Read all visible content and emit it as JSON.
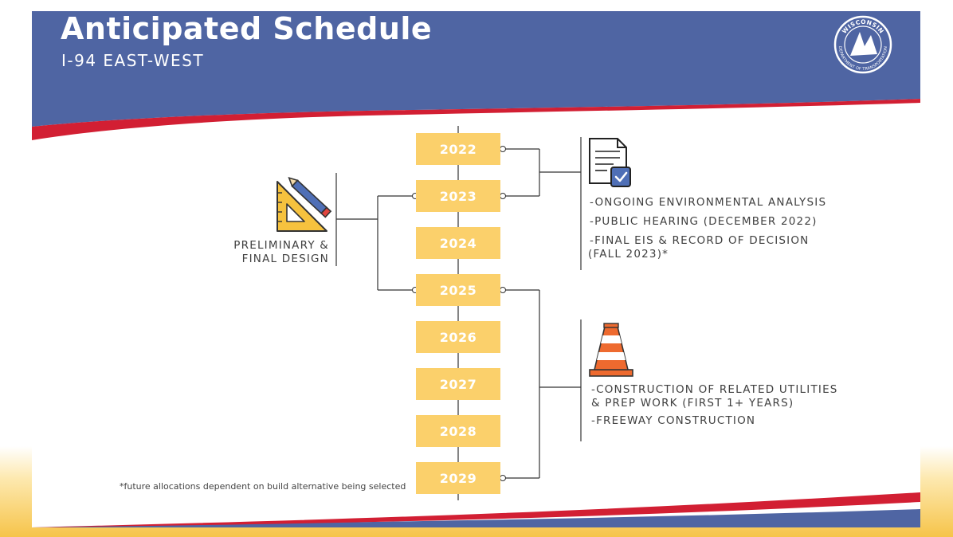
{
  "header": {
    "title": "Anticipated Schedule",
    "subtitle": "I-94 EAST-WEST",
    "logo": {
      "top_text": "WISCONSIN",
      "ring_text": "DEPARTMENT OF TRANSPORTATION"
    }
  },
  "timeline": {
    "years": [
      "2022",
      "2023",
      "2024",
      "2025",
      "2026",
      "2027",
      "2028",
      "2029"
    ]
  },
  "phases": {
    "design": {
      "icon": "triangle-ruler-pencil-icon",
      "label_line1": "PRELIMINARY &",
      "label_line2": "FINAL DESIGN",
      "span": [
        "2023",
        "2025"
      ]
    },
    "environmental": {
      "icon": "document-checkmark-icon",
      "span": [
        "2022",
        "2023"
      ],
      "items": [
        "-ONGOING ENVIRONMENTAL ANALYSIS",
        "-PUBLIC HEARING (DECEMBER 2022)",
        "-FINAL EIS & RECORD OF DECISION",
        "(FALL 2023)*"
      ]
    },
    "construction": {
      "icon": "traffic-cone-icon",
      "span": [
        "2025",
        "2029"
      ],
      "items": [
        "-CONSTRUCTION OF RELATED UTILITIES",
        "& PREP WORK (FIRST 1+ YEARS)",
        "-FREEWAY CONSTRUCTION"
      ]
    }
  },
  "footnote": "*future allocations dependent on build alternative being selected",
  "colors": {
    "header_blue": "#4f65a3",
    "accent_red": "#d21f33",
    "year_box": "#fbd06b",
    "bottom_gold": "#f6c44a"
  }
}
